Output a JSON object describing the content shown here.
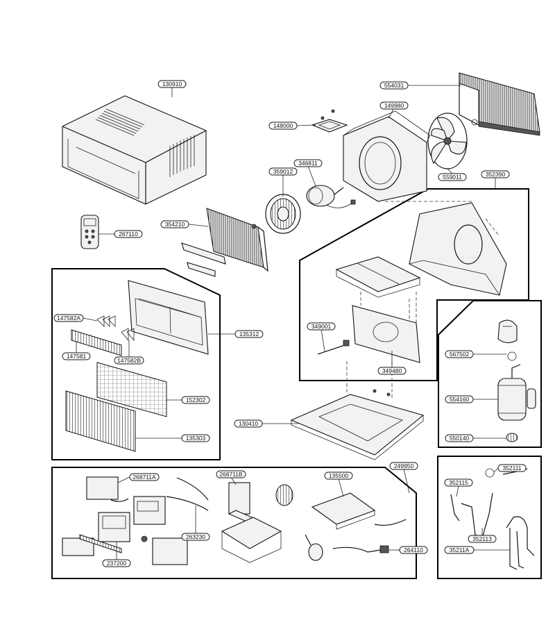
{
  "parts": [
    {
      "id": "130910",
      "text": "130910"
    },
    {
      "id": "554031",
      "text": "554031"
    },
    {
      "id": "149980",
      "text": "149980"
    },
    {
      "id": "148000",
      "text": "148000"
    },
    {
      "id": "346811",
      "text": "346811"
    },
    {
      "id": "359012",
      "text": "359012"
    },
    {
      "id": "559011",
      "text": "559011"
    },
    {
      "id": "352390",
      "text": "352390"
    },
    {
      "id": "354210",
      "text": "354210"
    },
    {
      "id": "267110",
      "text": "267110"
    },
    {
      "id": "147582A",
      "text": "147582A"
    },
    {
      "id": "135312",
      "text": "135312"
    },
    {
      "id": "147581",
      "text": "147581"
    },
    {
      "id": "147582B",
      "text": "147582B"
    },
    {
      "id": "152302",
      "text": "152302"
    },
    {
      "id": "135303",
      "text": "135303"
    },
    {
      "id": "349001",
      "text": "349001"
    },
    {
      "id": "349480",
      "text": "349480"
    },
    {
      "id": "567502",
      "text": "567502"
    },
    {
      "id": "554160",
      "text": "554160"
    },
    {
      "id": "550140",
      "text": "550140"
    },
    {
      "id": "130410",
      "text": "130410"
    },
    {
      "id": "249950",
      "text": "249950"
    },
    {
      "id": "268711A",
      "text": "268711A"
    },
    {
      "id": "268711B",
      "text": "268711B"
    },
    {
      "id": "135500",
      "text": "135500"
    },
    {
      "id": "263230",
      "text": "263230"
    },
    {
      "id": "264110",
      "text": "264110"
    },
    {
      "id": "237200",
      "text": "237200"
    },
    {
      "id": "352111",
      "text": "352111"
    },
    {
      "id": "352115",
      "text": "352115"
    },
    {
      "id": "352113",
      "text": "352113"
    },
    {
      "id": "352114",
      "text": "35211A"
    }
  ]
}
